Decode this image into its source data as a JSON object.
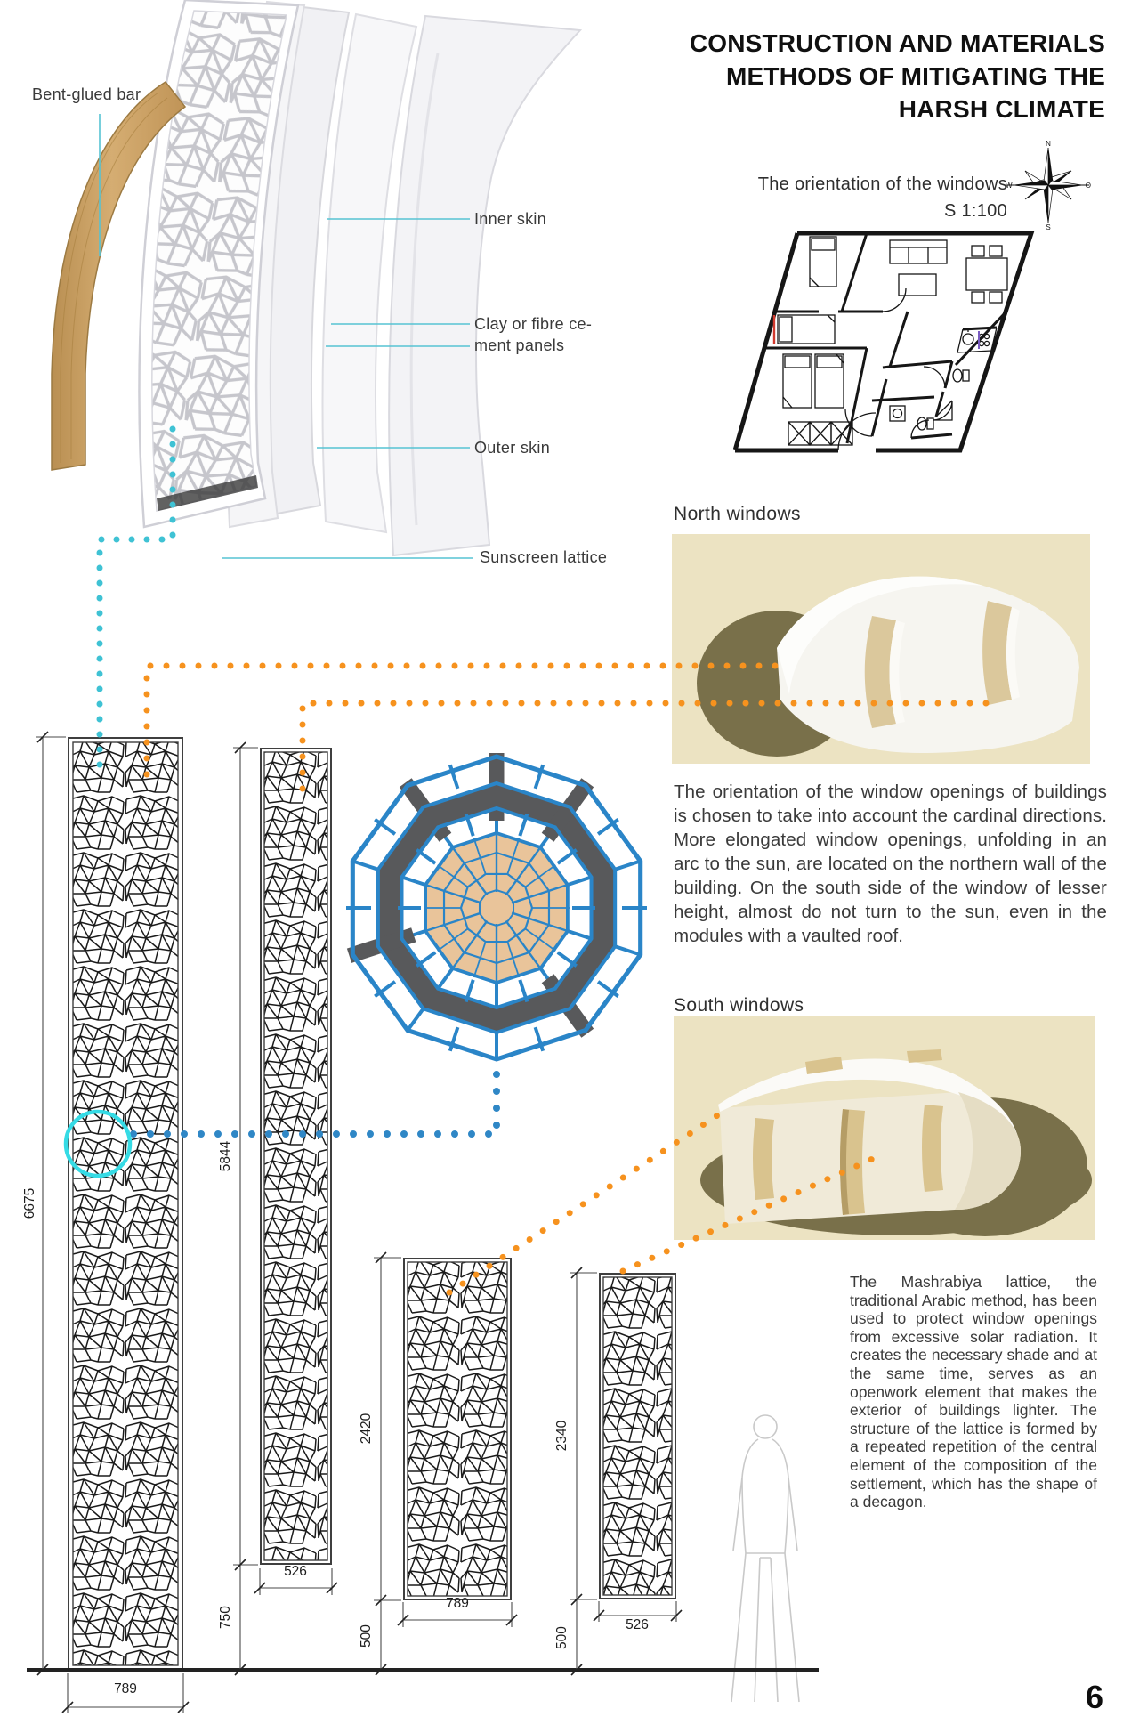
{
  "page": {
    "number": "6"
  },
  "title": {
    "line1": "CONSTRUCTION AND MATERIALS",
    "line2": "METHODS OF MITIGATING THE",
    "line3": "HARSH CLIMATE"
  },
  "plan": {
    "caption": "The orientation of the windows",
    "scale": "S 1:100",
    "compass": {
      "n": "N",
      "s": "S",
      "w": "W",
      "e": "O"
    }
  },
  "axon": {
    "labels": {
      "bent_glued_bar": "Bent-glued bar",
      "inner_skin": "Inner skin",
      "clay_line1": "Clay or fibre ce-",
      "clay_line2": "ment panels",
      "outer_skin": "Outer skin",
      "sunscreen_lattice": "Sunscreen lattice"
    }
  },
  "sections": {
    "north_heading": "North windows",
    "south_heading": "South windows"
  },
  "paragraphs": {
    "orientation": "The orientation of the window openings of buildings is chosen to take into account the cardinal directions. More elongated window openings, unfolding in an arc to the sun, are located on the northern wall of the building. On the south side of the window of lesser height, almost do not turn to the sun, even in the modules with a vaulted roof.",
    "mashrabiya": "The Mashrabiya lattice, the traditional Arabic method, has been used to protect window openings from excessive solar radiation.  It creates the necessary shade and at the same time, serves as an openwork element that makes the exterior of buildings lighter. The structure of the lattice is formed by a repeated repetition of the central element of the composition of the settlement, which has the shape of a decagon."
  },
  "panels": [
    {
      "height_label": "6675",
      "width_label": "789"
    },
    {
      "height_label": "5844",
      "ground_offset_label": "750",
      "width_label": "526"
    },
    {
      "height_label": "2420",
      "ground_offset_label": "500",
      "width_label": "789"
    },
    {
      "height_label": "2340",
      "ground_offset_label": "500",
      "width_label": "526"
    }
  ],
  "colors": {
    "teal_leader": "#56c3d3",
    "cyan_dots": "#3fc2d4",
    "cyan_circle": "#35dbe5",
    "orange_dots": "#f6921e",
    "blue_dots": "#2f87c6",
    "decagon_blue": "#2a85c8",
    "decagon_gray": "#58595b",
    "decagon_sand": "#e9c49a",
    "render_bg": "#ece3c2",
    "render_shadow": "#79704a",
    "wood": "#c8a164"
  }
}
